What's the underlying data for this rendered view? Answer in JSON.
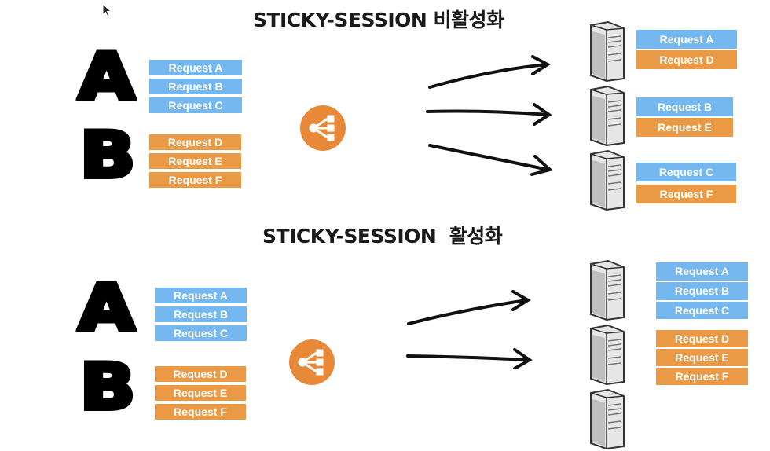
{
  "titles": {
    "disabled": "STICKY-SESSION 비활성화",
    "enabled": "STICKY-SESSION  활성화"
  },
  "clients": {
    "a": "A",
    "b": "B"
  },
  "requests": {
    "a": [
      "Request A",
      "Request B",
      "Request C"
    ],
    "b": [
      "Request D",
      "Request E",
      "Request F"
    ]
  },
  "top_servers": [
    [
      "Request A",
      "Request D"
    ],
    [
      "Request B",
      "Request E"
    ],
    [
      "Request C",
      "Request F"
    ]
  ],
  "bottom_server_queues": {
    "first": [
      "Request A",
      "Request B",
      "Request C"
    ],
    "second": [
      "Request D",
      "Request E",
      "Request F"
    ]
  },
  "icons": {
    "load_balancer": "load-balancer-icon",
    "server": "server-icon",
    "cursor": "mouse-cursor-icon"
  },
  "colors": {
    "request_a_group": "#74b8ef",
    "request_b_group": "#ea9a45",
    "load_balancer": "#e8893a"
  }
}
